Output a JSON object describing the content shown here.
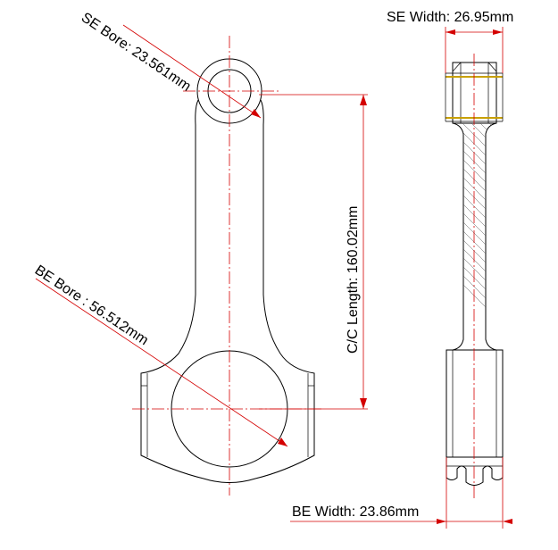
{
  "labels": {
    "se_bore": "SE Bore: 23.561mm",
    "be_bore": "BE Bore : 56.512mm",
    "cc_length": "C/C Length: 160.02mm",
    "se_width": "SE Width: 26.95mm",
    "be_width": "BE Width: 23.86mm"
  },
  "colors": {
    "outline": "#000000",
    "dimension": "#d40000",
    "bushing": "#c8a000"
  }
}
